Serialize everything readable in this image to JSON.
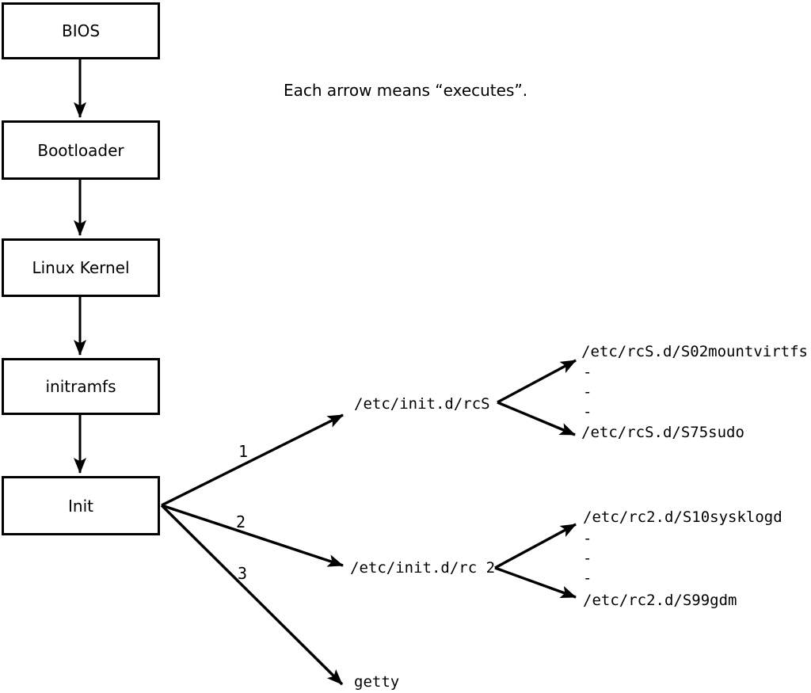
{
  "caption": "Each arrow means “executes”.",
  "arrow_meaning": "executes",
  "boot_chain": [
    {
      "label": "BIOS"
    },
    {
      "label": "Bootloader"
    },
    {
      "label": "Linux Kernel"
    },
    {
      "label": "initramfs"
    },
    {
      "label": "Init"
    }
  ],
  "branches": [
    {
      "number": "1",
      "target": "/etc/init.d/rcS",
      "children": [
        "/etc/rcS.d/S02mountvirtfs",
        "-",
        "-",
        "-",
        "/etc/rcS.d/S75sudo"
      ]
    },
    {
      "number": "2",
      "target": "/etc/init.d/rc 2",
      "children": [
        "/etc/rc2.d/S10sysklogd",
        "-",
        "-",
        "-",
        "/etc/rc2.d/S99gdm"
      ]
    },
    {
      "number": "3",
      "target": "getty",
      "children": []
    }
  ],
  "colors": {
    "line": "#000000",
    "background": "#ffffff",
    "box_fill": "#ffffff",
    "text": "#000000"
  }
}
